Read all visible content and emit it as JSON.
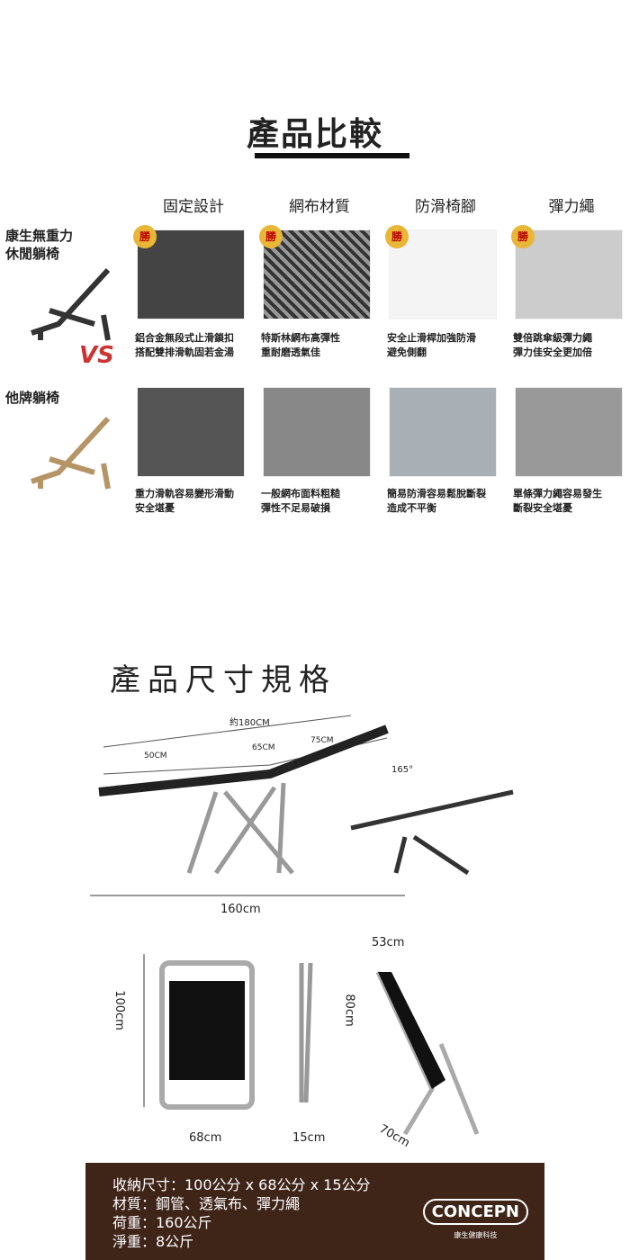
{
  "comparison": {
    "title": "產品比較",
    "columns": [
      "固定設計",
      "網布材質",
      "防滑椅腳",
      "彈力繩"
    ],
    "our_label": "康生無重力\n休閒躺椅",
    "other_label": "他牌躺椅",
    "vs": "VS",
    "badge": "勝",
    "our_captions": [
      "鋁合金無段式止滑鎖扣\n搭配雙排滑軌固若金湯",
      "特斯林網布高彈性\n重耐磨透氣佳",
      "安全止滑桿加強防滑\n避免側翻",
      "雙倍跳傘級彈力繩\n彈力佳安全更加倍"
    ],
    "other_captions": [
      "重力滑軌容易變形滑動\n安全堪憂",
      "一般網布面料粗糙\n彈性不足易破損",
      "簡易防滑容易鬆脫斷裂\n造成不平衡",
      "單條彈力繩容易發生\n斷裂安全堪憂"
    ]
  },
  "specs": {
    "title": "產品尺寸規格",
    "dims": {
      "total": "約180CM",
      "seg1": "50CM",
      "seg2": "65CM",
      "seg3": "75CM",
      "angle": "165°",
      "length": "160cm",
      "width_top": "53cm",
      "height_side": "80cm",
      "height": "100cm",
      "width": "68cm",
      "depth_folded": "15cm",
      "depth": "70cm"
    },
    "lines": [
      "收納尺寸：100公分 x 68公分 x 15公分",
      "材質：鋼管、透氣布、彈力繩",
      "荷重：160公斤",
      "淨重：8公斤"
    ],
    "logo": "CONCEPN",
    "logo_sub": "康生健康科技"
  },
  "colors": {
    "brown": "#3f2418",
    "badge": "#e8b737"
  }
}
